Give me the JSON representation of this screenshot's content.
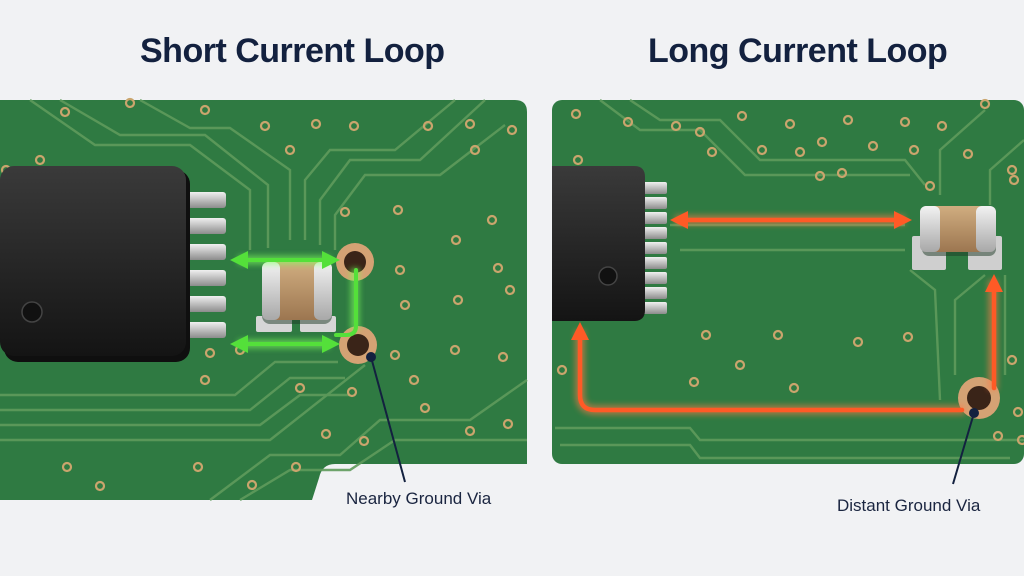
{
  "panels": [
    {
      "title": "Short Current Loop",
      "label": "Nearby Ground Via",
      "loop_color": "#54e03a"
    },
    {
      "title": "Long Current Loop",
      "label": "Distant Ground Via",
      "loop_color": "#ff5a26"
    }
  ],
  "colors": {
    "background": "#f1f2f4",
    "pcb": "#2f7a42",
    "trace": "#5c9a5a",
    "via_copper": "#d4a274",
    "chip": "#242424",
    "capacitor_body": "#b99163",
    "leader_line": "#13213f"
  }
}
